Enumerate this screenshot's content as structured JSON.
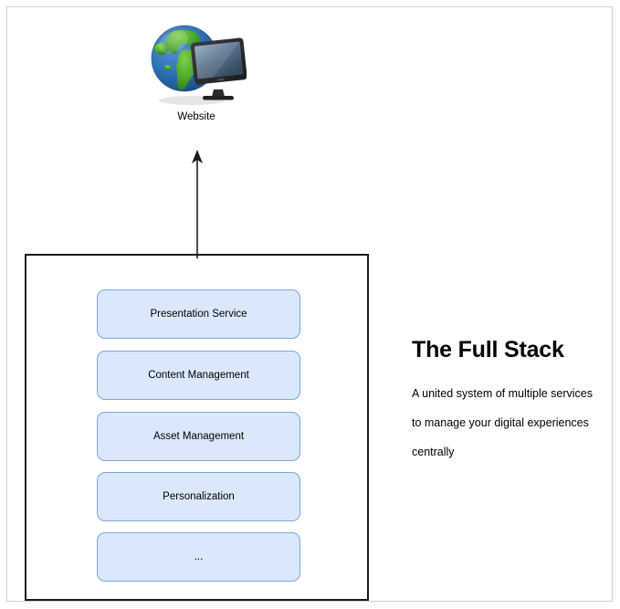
{
  "diagram": {
    "website_node": {
      "icon_name": "globe-monitor-icon",
      "label": "Website",
      "globe_ocean_color": "#2a6ab0",
      "globe_land_color": "#4ca832",
      "monitor_bezel_color": "#2b2b2b",
      "monitor_screen_color": "#5c7490"
    },
    "arrow": {
      "icon_name": "arrow-up-icon",
      "direction": "up",
      "color": "#4d4d4d"
    },
    "stack_container": {
      "border_color": "#1a1a1a",
      "services": [
        {
          "label": "Presentation Service"
        },
        {
          "label": "Content Management"
        },
        {
          "label": "Asset Management"
        },
        {
          "label": "Personalization"
        },
        {
          "label": "..."
        }
      ],
      "box_fill_color": "#dae8fc",
      "box_border_color": "#7ea6d9"
    }
  },
  "text_column": {
    "heading": "The Full Stack",
    "description_lines": [
      "A united system of multiple services",
      "to manage your digital experiences",
      "centrally"
    ]
  },
  "page": {
    "border_color": "#cfcfcf",
    "background_color": "#ffffff"
  }
}
